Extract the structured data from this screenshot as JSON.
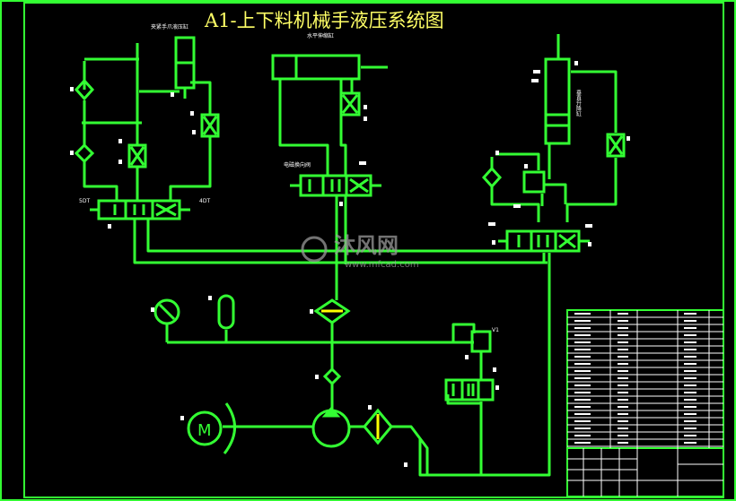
{
  "diagram": {
    "title": "A1-上下料机械手液压系统图",
    "labels": {
      "clamp_cylinder": "夹紧手爪液压缸",
      "horizontal_cylinder": "水平伸缩缸",
      "vertical_cylinder": "垂直升降缸",
      "valve_label": "电磁换向阀",
      "left_valve_left": "5DT",
      "left_valve_right": "4DT",
      "relief_valve": "V1",
      "motor": "M"
    },
    "watermark": {
      "brand": "沐风网",
      "url": "www.mfcad.com"
    }
  },
  "colors": {
    "line": "#33ff33",
    "title": "#ffff66",
    "highlight": "#ffff00",
    "background": "#000000",
    "table": "#ffffff"
  }
}
